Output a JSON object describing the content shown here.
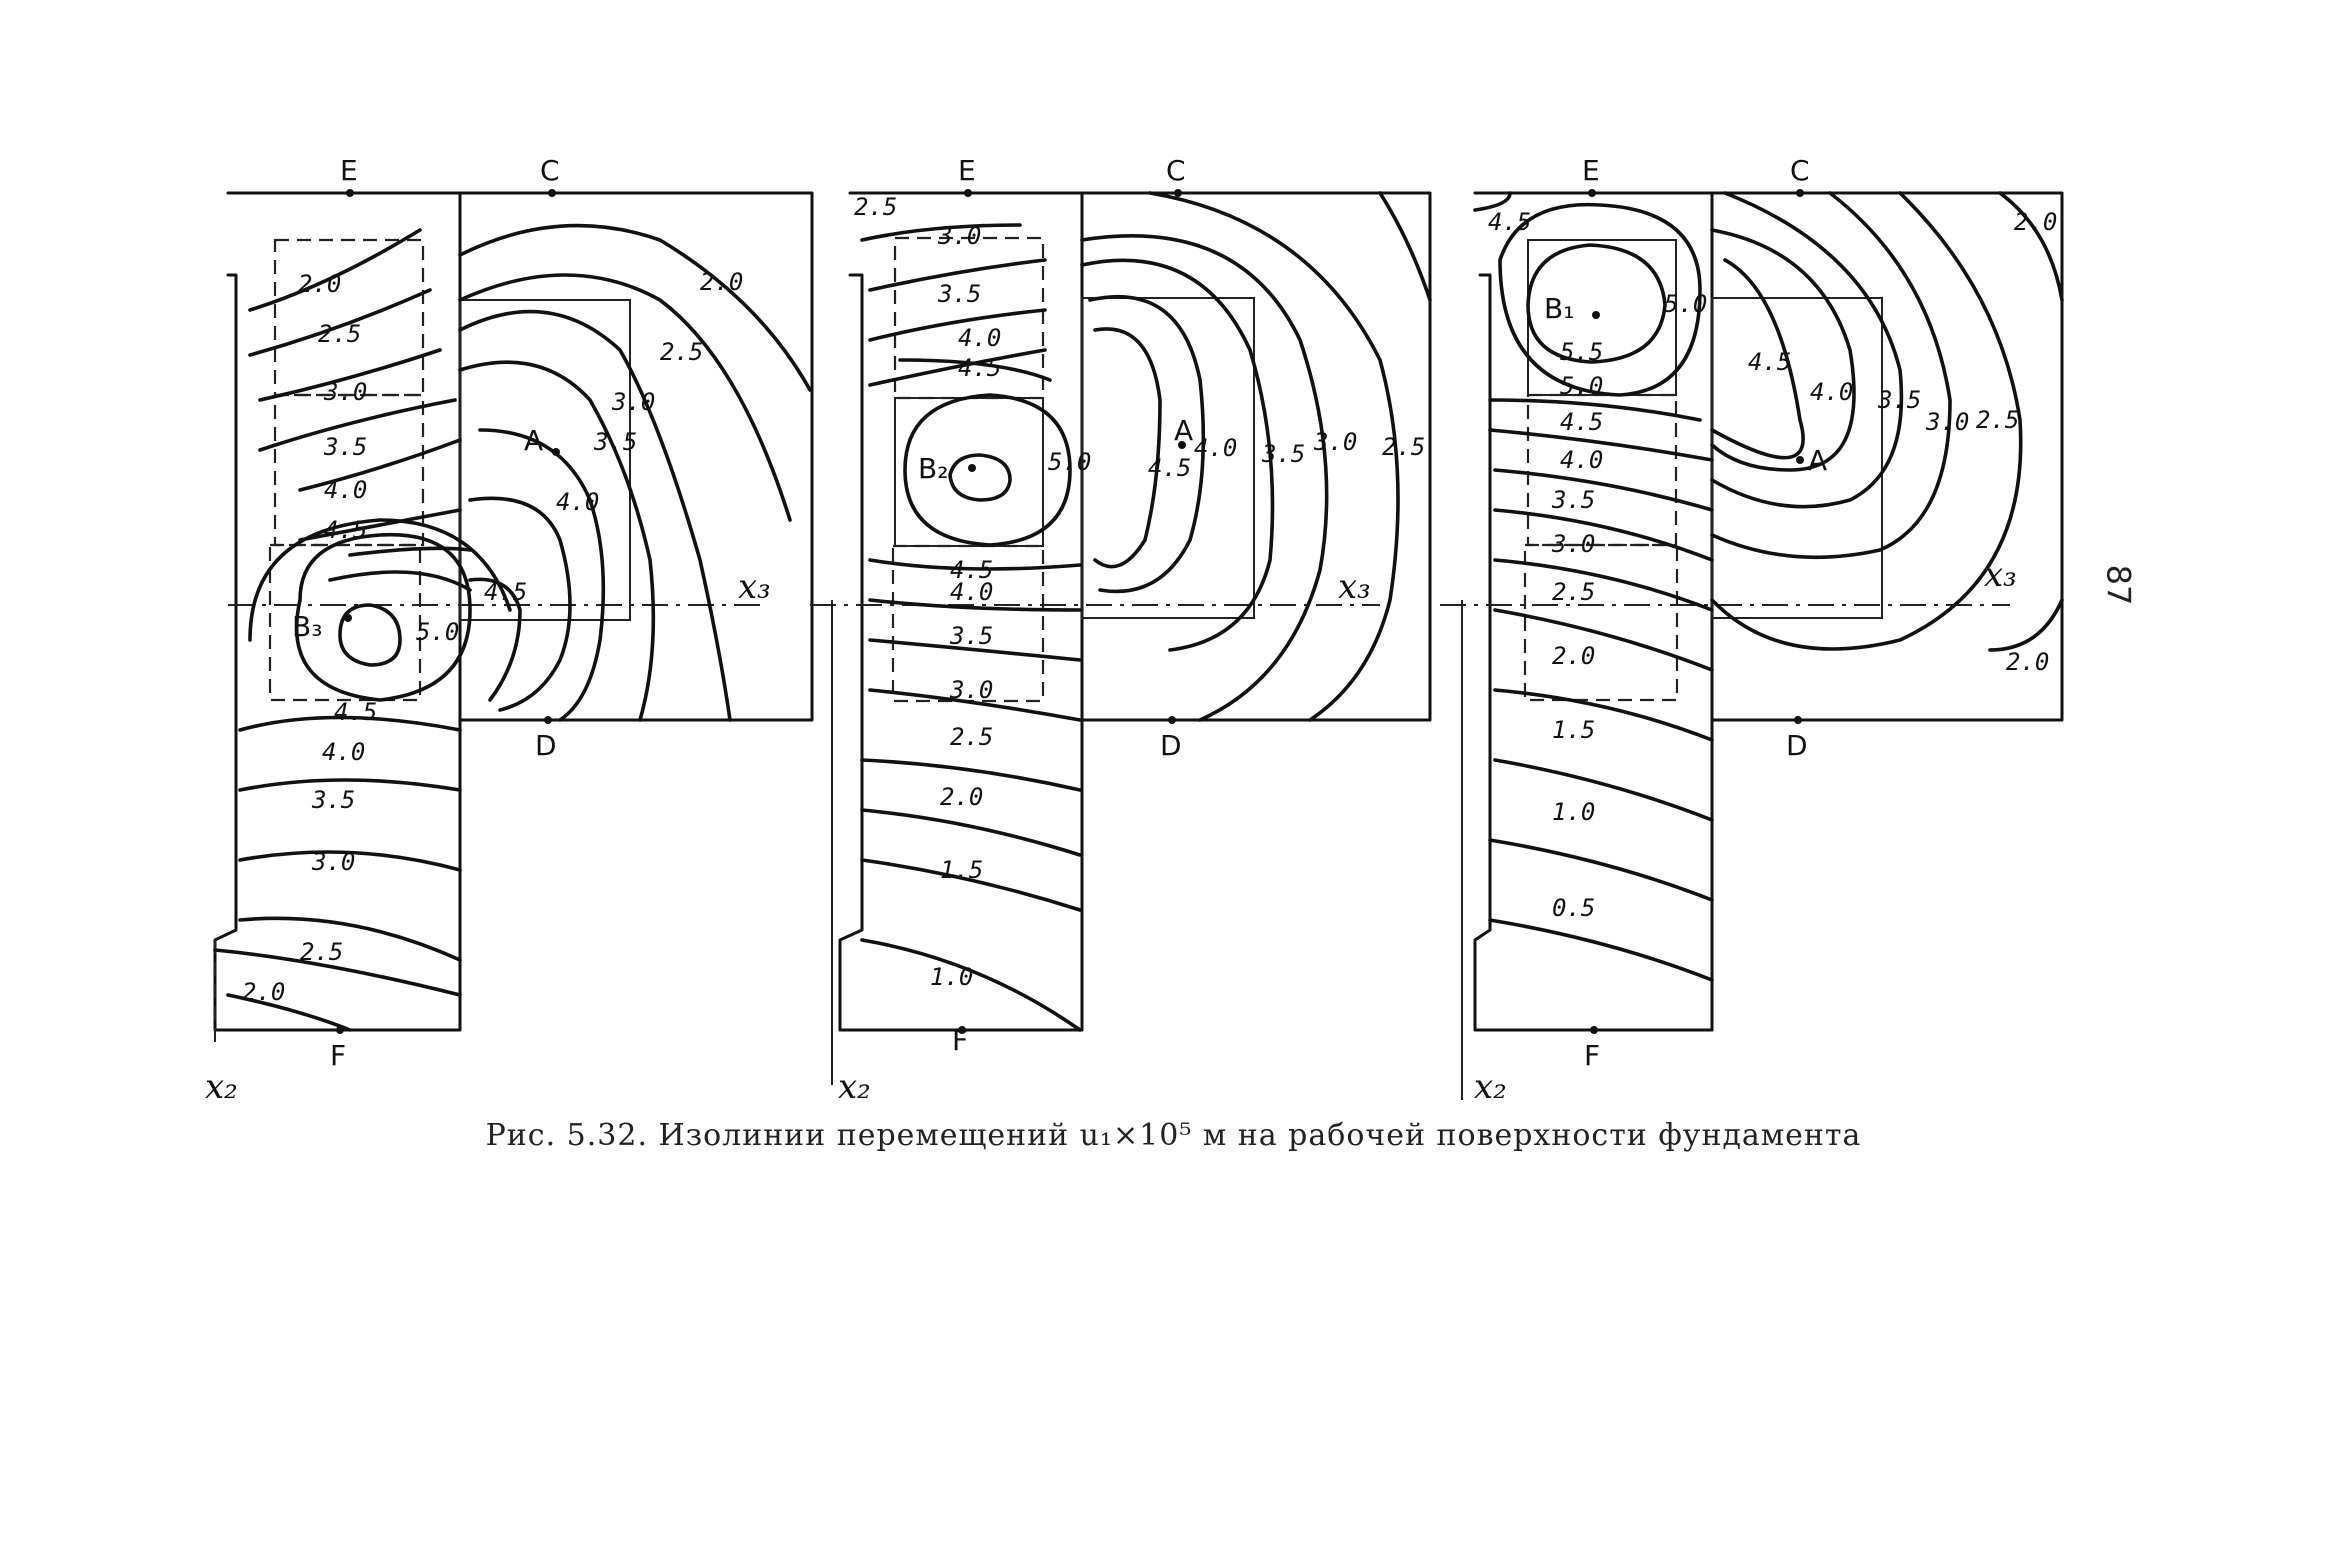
{
  "caption": {
    "text": "Рис. 5.32. Изолинии перемещений u₁×10⁵ м на рабочей поверхности фундамента"
  },
  "page_number": "87",
  "point_labels": {
    "E": "E",
    "C": "C",
    "D": "D",
    "F": "F",
    "A": "A"
  },
  "axis_labels": {
    "x3": "x₃",
    "x2": "x₂"
  },
  "panels": [
    {
      "id": "left",
      "center_label": "B₃",
      "isoline_labels": [
        "2.0",
        "2.5",
        "3.0",
        "3.5",
        "4.0",
        "4.5",
        "5.0",
        "4.5",
        "4.0",
        "3.5",
        "3.0",
        "2.5",
        "2.0",
        "2.0",
        "2.5",
        "3.0",
        "3.5",
        "4.0",
        "4.5"
      ]
    },
    {
      "id": "middle",
      "center_label": "B₂",
      "isoline_labels": [
        "2.5",
        "3.0",
        "3.5",
        "4.0",
        "4.5",
        "5.0",
        "4.5",
        "4.0",
        "3.5",
        "3.0",
        "2.5",
        "2.0",
        "1.5",
        "1.0",
        "4.5",
        "4.0",
        "3.5",
        "3.0",
        "2.5"
      ]
    },
    {
      "id": "right",
      "center_label": "B₁",
      "isoline_labels": [
        "4.5",
        "5.0",
        "5.5",
        "5.0",
        "4.5",
        "4.0",
        "3.5",
        "3.0",
        "2.5",
        "2.0",
        "1.5",
        "1.0",
        "0.5",
        "4.5",
        "4.0",
        "3.5",
        "3.0",
        "2.5",
        "2.0",
        "2.0"
      ]
    }
  ]
}
